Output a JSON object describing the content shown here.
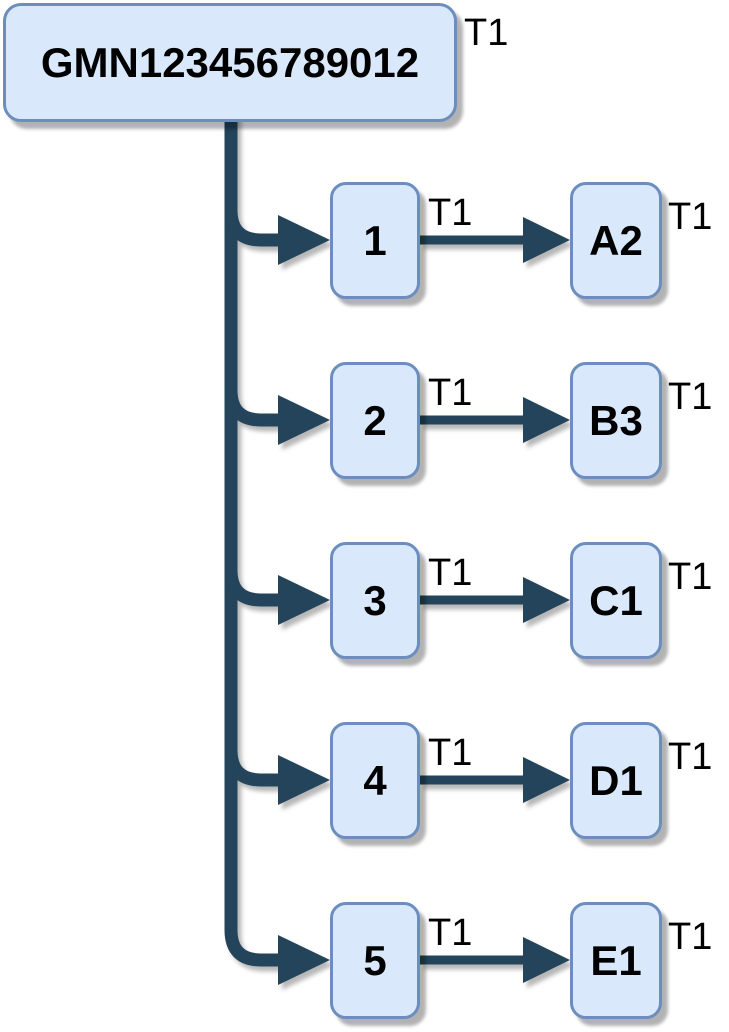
{
  "diagram": {
    "type": "hierarchy-flow",
    "root": {
      "label": "GMN123456789012",
      "tag": "T1"
    },
    "rows": [
      {
        "source": {
          "label": "1",
          "tag": "T1"
        },
        "target": {
          "label": "A2",
          "tag": "T1"
        }
      },
      {
        "source": {
          "label": "2",
          "tag": "T1"
        },
        "target": {
          "label": "B3",
          "tag": "T1"
        }
      },
      {
        "source": {
          "label": "3",
          "tag": "T1"
        },
        "target": {
          "label": "C1",
          "tag": "T1"
        }
      },
      {
        "source": {
          "label": "4",
          "tag": "T1"
        },
        "target": {
          "label": "D1",
          "tag": "T1"
        }
      },
      {
        "source": {
          "label": "5",
          "tag": "T1"
        },
        "target": {
          "label": "E1",
          "tag": "T1"
        }
      }
    ]
  },
  "colors": {
    "background": "#ffffff",
    "node_fill": "#dae8fc",
    "node_border": "#6c8ebf",
    "connector": "#23445a",
    "text": "#000000"
  }
}
